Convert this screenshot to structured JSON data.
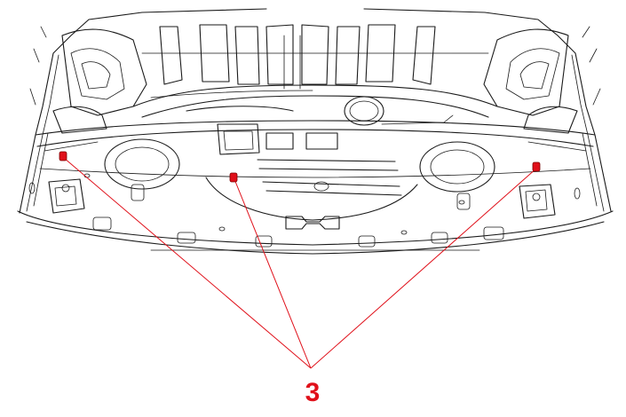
{
  "diagram": {
    "callout_label": "3",
    "colors": {
      "leader": "#e0101a",
      "linework": "#1a1a1a",
      "background": "#ffffff"
    },
    "markers": [
      {
        "name": "left-fastener"
      },
      {
        "name": "center-fastener"
      },
      {
        "name": "right-fastener"
      }
    ]
  }
}
